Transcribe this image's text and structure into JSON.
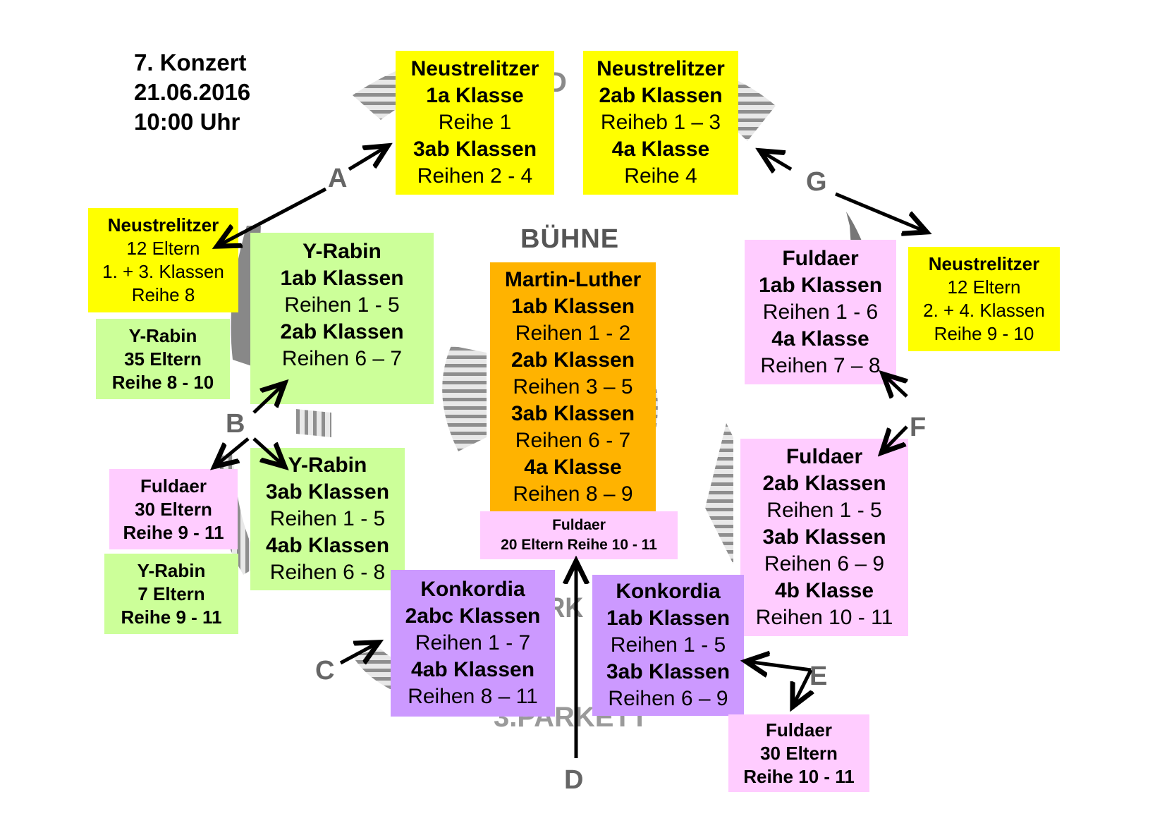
{
  "header": {
    "line1": "7. Konzert",
    "line2": "21.06.2016",
    "line3": "10:00 Uhr"
  },
  "stage": {
    "label": "BÜHNE"
  },
  "background_text": {
    "top_fragment": "D",
    "parkett_fragment": "ARK",
    "parkett3": "3.PARKETT"
  },
  "entrances": {
    "a": "A",
    "b": "B",
    "c": "C",
    "d": "D",
    "e": "E",
    "f": "F",
    "g": "G"
  },
  "boxes": {
    "neu_top_left": [
      "Neustrelitzer",
      "1a Klasse",
      "Reihe 1",
      "3ab Klassen",
      "Reihen 2 - 4"
    ],
    "neu_top_right": [
      "Neustrelitzer",
      "2ab Klassen",
      "Reiheb 1 – 3",
      "4a Klasse",
      "Reihe 4"
    ],
    "neu_left_parents": [
      "Neustrelitzer",
      "12 Eltern",
      "1. + 3. Klassen",
      "Reihe 8"
    ],
    "yrabin_left_parents": [
      "Y-Rabin",
      "35 Eltern",
      "Reihe 8 - 10"
    ],
    "yrabin_upper": [
      "Y-Rabin",
      "1ab Klassen",
      "Reihen 1 - 5",
      "2ab Klassen",
      "Reihen 6 – 7"
    ],
    "martin_luther": [
      "Martin-Luther",
      "1ab Klassen",
      "Reihen 1 - 2",
      "2ab Klassen",
      "Reihen 3 – 5",
      "3ab Klassen",
      "Reihen 6 - 7",
      "4a Klasse",
      "Reihen 8 – 9"
    ],
    "fuldaer_center_parents": [
      "Fuldaer",
      "20 Eltern Reihe 10 - 11"
    ],
    "fuldaer_upper_right": [
      "Fuldaer",
      "1ab Klassen",
      "Reihen 1 - 6",
      "4a Klasse",
      "Reihen 7 – 8"
    ],
    "neu_right_parents": [
      "Neustrelitzer",
      "12 Eltern",
      "2. + 4. Klassen",
      "Reihe 9 - 10"
    ],
    "fuldaer_left_parents": [
      "Fuldaer",
      "30 Eltern",
      "Reihe 9 - 11"
    ],
    "yrabin_lower": [
      "Y-Rabin",
      "3ab Klassen",
      "Reihen 1 - 5",
      "4ab Klassen",
      "Reihen 6 - 8"
    ],
    "yrabin_lower_parents": [
      "Y-Rabin",
      "7 Eltern",
      "Reihe 9 - 11"
    ],
    "fuldaer_lower_right": [
      "Fuldaer",
      "2ab Klassen",
      "Reihen 1 - 5",
      "3ab Klassen",
      "Reihen 6 – 9",
      "4b Klasse",
      "Reihen 10 - 11"
    ],
    "konkordia_left": [
      "Konkordia",
      "2abc Klassen",
      "Reihen 1 - 7",
      "4ab Klassen",
      "Reihen 8 – 11"
    ],
    "konkordia_right": [
      "Konkordia",
      "1ab Klassen",
      "Reihen 1 - 5",
      "3ab Klassen",
      "Reihen 6 – 9"
    ],
    "fuldaer_bottom_parents": [
      "Fuldaer",
      "30 Eltern",
      "Reihe 10 - 11"
    ]
  },
  "colors": {
    "neustrelitzer": "#ffff00",
    "y_rabin": "#ccff99",
    "fuldaer": "#ffccff",
    "martin_luther": "#ffb300",
    "konkordia": "#cc99ff"
  }
}
